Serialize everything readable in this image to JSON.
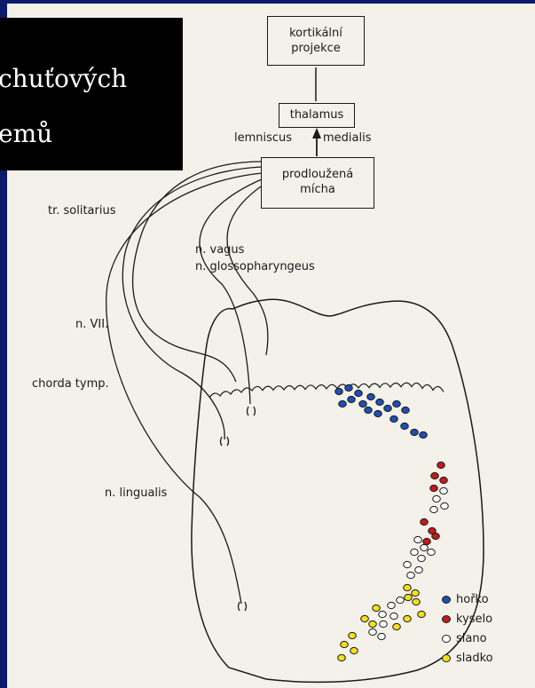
{
  "title": {
    "line1": "chuťových",
    "line2": "emů"
  },
  "boxes": {
    "cortex": "kortikální projekce",
    "thalamus": "thalamus",
    "medulla": "prodloužená mícha"
  },
  "labels": {
    "lemniscus": "lemniscus",
    "medialis": "medialis",
    "tr_solitarius": "tr. solitarius",
    "n_vagus": "n. vagus",
    "n_glosso": "n. glossopharyngeus",
    "n_vii": "n. VII.",
    "chorda": "chorda tymp.",
    "n_lingualis": "n. lingualis"
  },
  "legend": [
    {
      "label": "hořko",
      "color": "#1f4fb5"
    },
    {
      "label": "kyselo",
      "color": "#c41a1a"
    },
    {
      "label": "slano",
      "color": "#ffffff"
    },
    {
      "label": "sladko",
      "color": "#f2e01a"
    }
  ]
}
